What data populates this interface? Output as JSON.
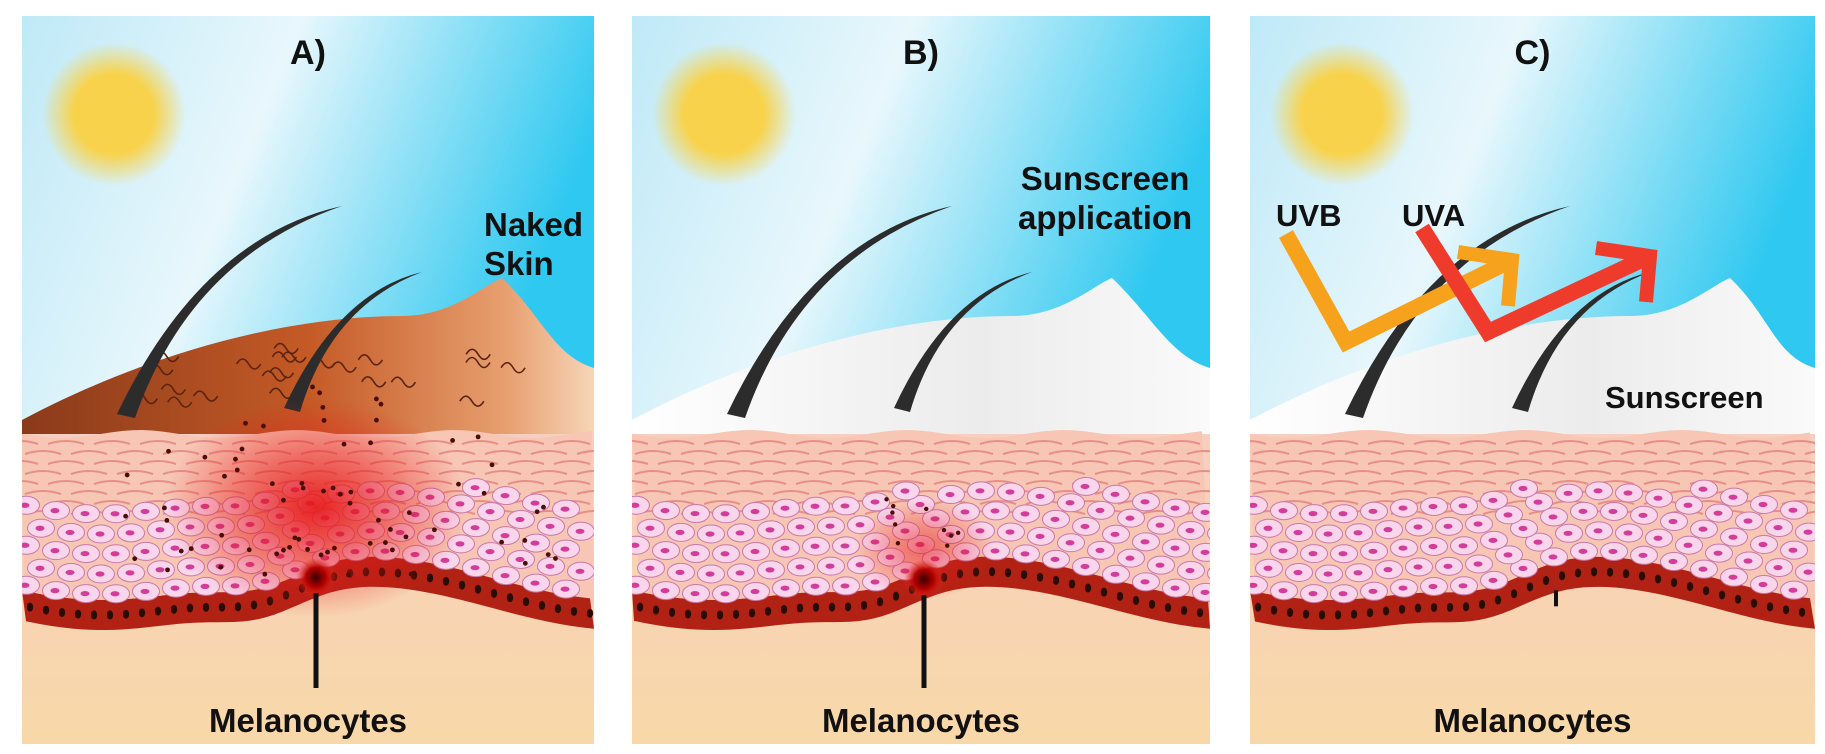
{
  "panels": [
    {
      "letter": "A)",
      "labels": {
        "line1": "Naked",
        "line2": "Skin"
      },
      "melanocytes": "Melanocytes"
    },
    {
      "letter": "B)",
      "labels": {
        "line1": "Sunscreen",
        "line2": "application"
      },
      "melanocytes": "Melanocytes"
    },
    {
      "letter": "C)",
      "labels": {
        "uvb": "UVB",
        "uva": "UVA",
        "sunscreen": "Sunscreen"
      },
      "melanocytes": "Melanocytes"
    }
  ],
  "colors": {
    "sky_top": "#2ec8f0",
    "sun": "#f8d24a",
    "skin_tan": "#c45a26",
    "sunscreen_white": "#ececec",
    "epidermis": "#f7c6b4",
    "cell": "#f9d6ec",
    "cell_nucleus": "#d43c9a",
    "basal": "#b22214",
    "melanin_red": "#e61a1a",
    "dermis": "#f7cfc0",
    "uvb": "#f6a21c",
    "uva": "#ef3b2c"
  },
  "icons": [
    "sun-icon",
    "hair-icon",
    "melanocyte-icon",
    "uvb-arrow-icon",
    "uva-arrow-icon"
  ]
}
